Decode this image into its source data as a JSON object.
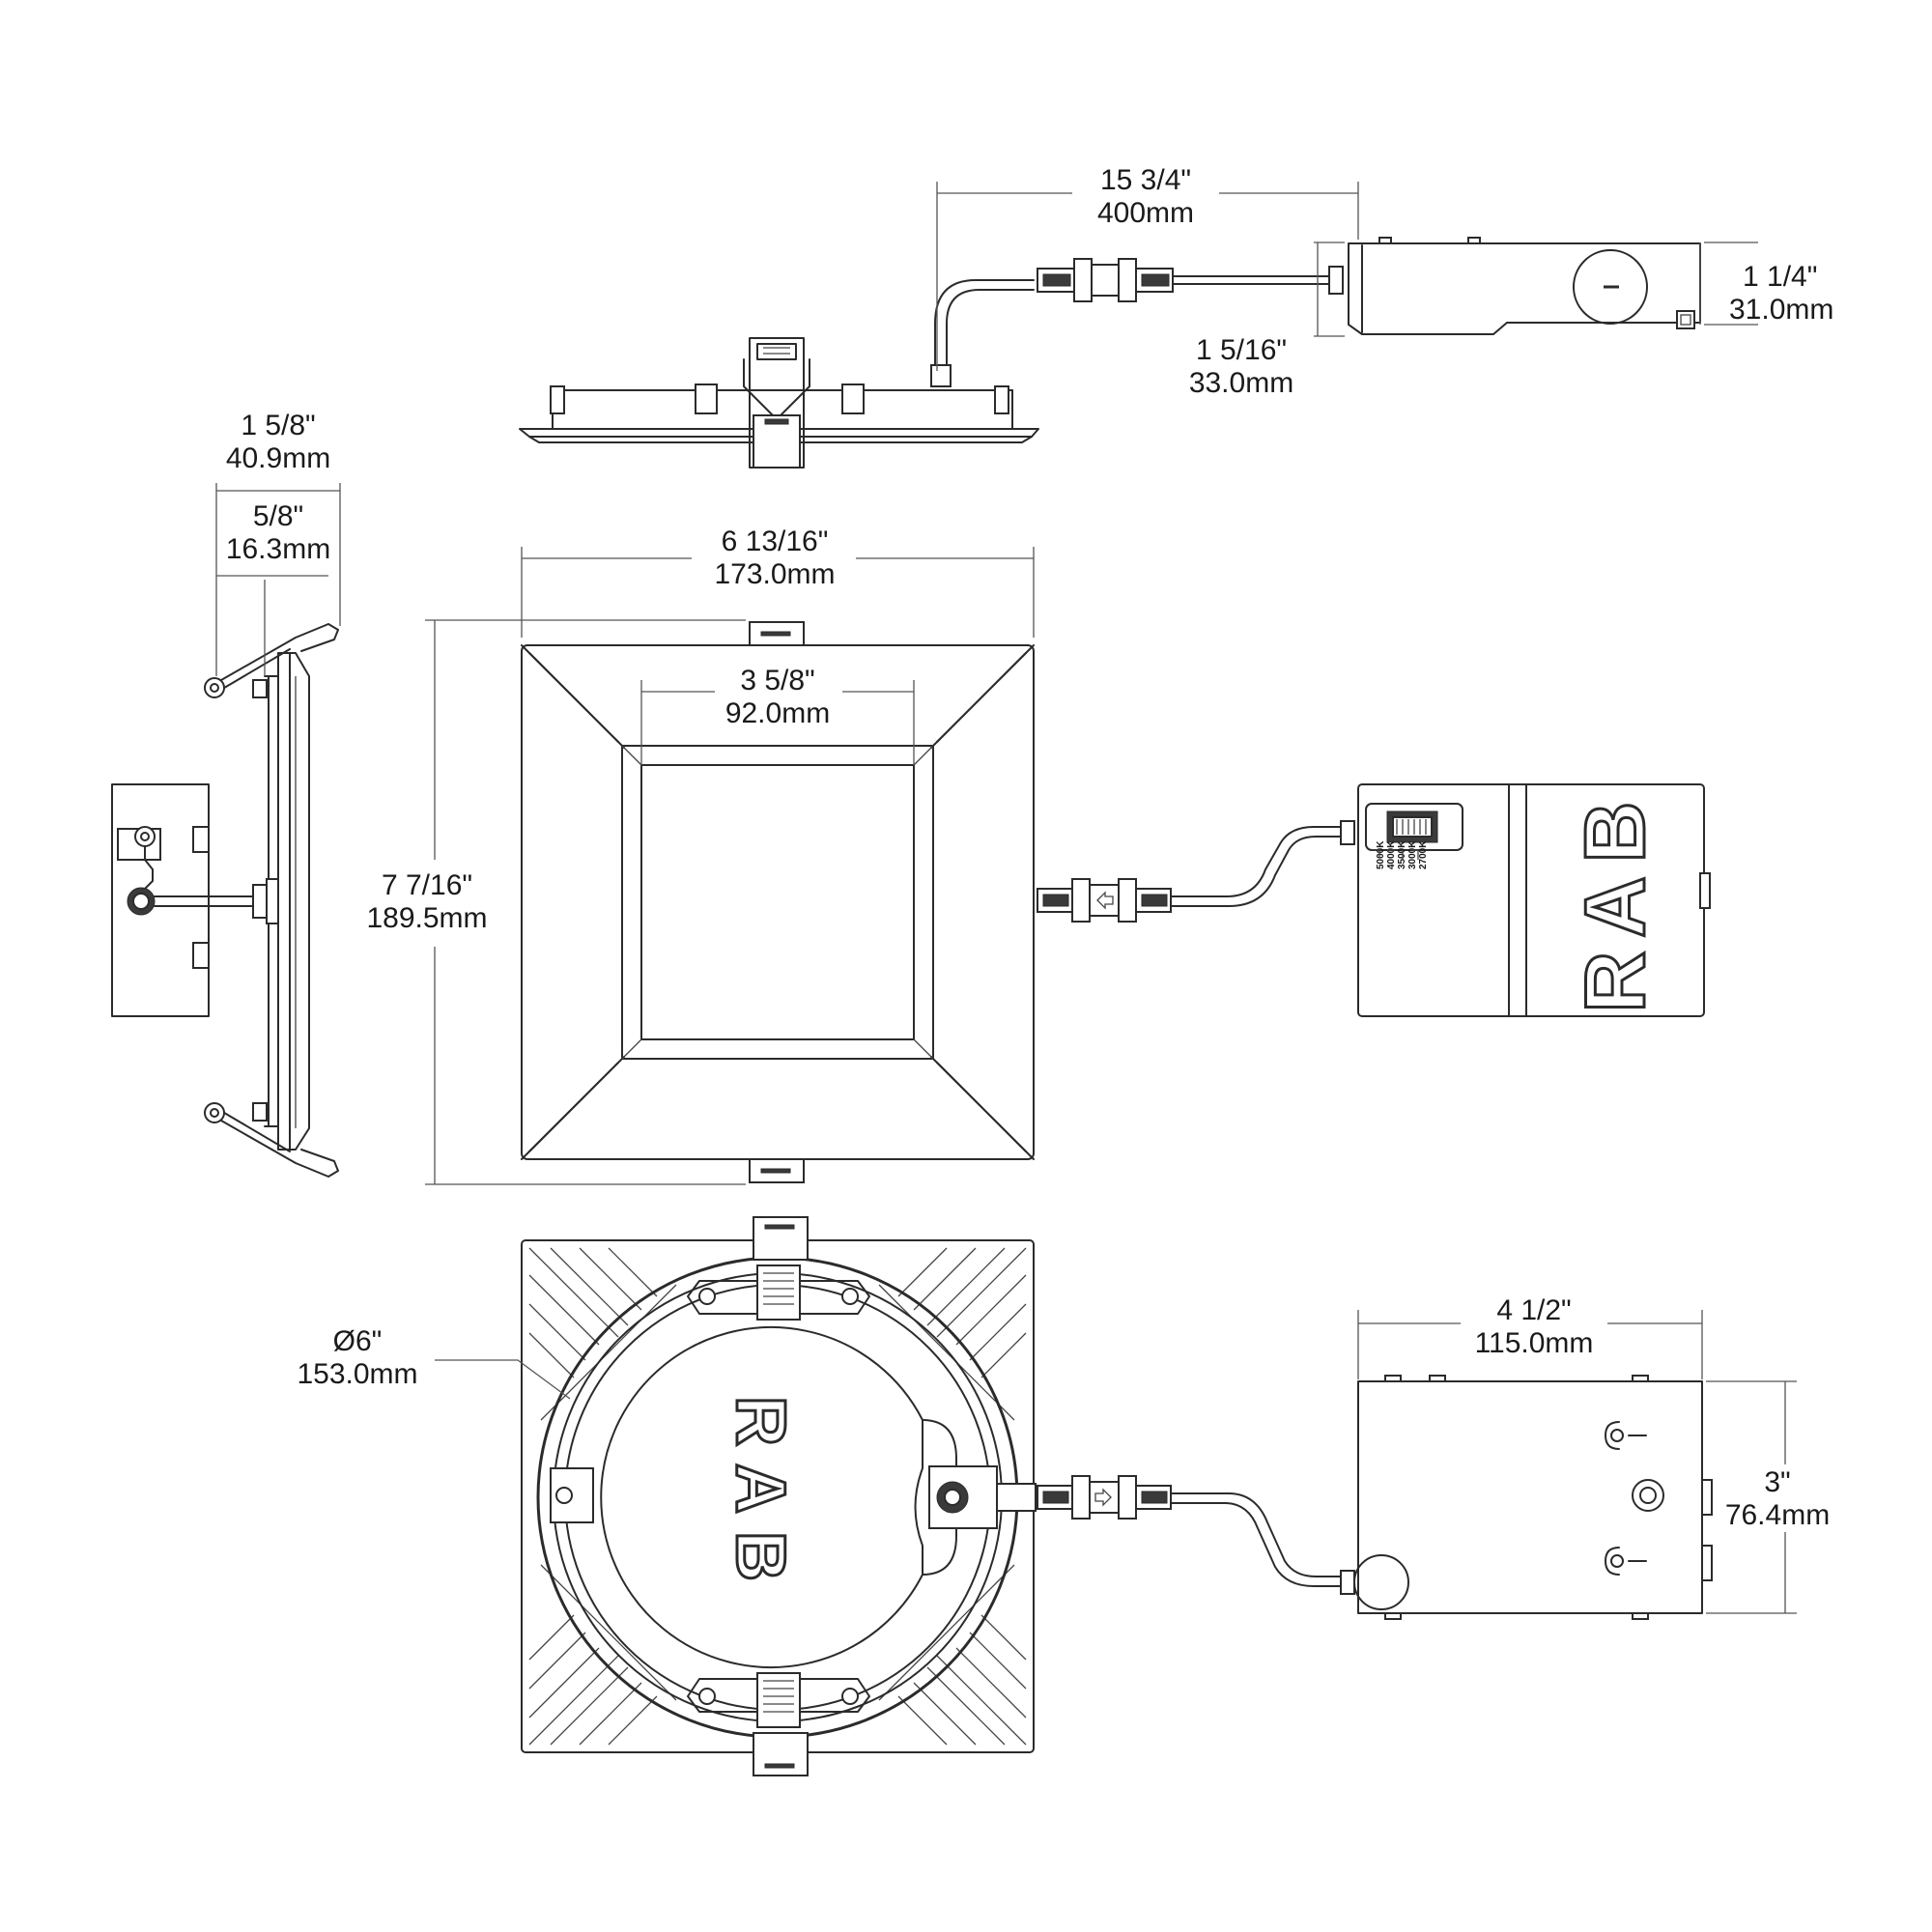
{
  "dimensions": {
    "top_connector_length": {
      "imperial": "15 3/4\"",
      "metric": "400mm"
    },
    "driver_box_height_right": {
      "imperial": "1 1/4\"",
      "metric": "31.0mm"
    },
    "driver_box_height_left": {
      "imperial": "1 5/16\"",
      "metric": "33.0mm"
    },
    "side_total_depth": {
      "imperial": "1 5/8\"",
      "metric": "40.9mm"
    },
    "side_trim_depth": {
      "imperial": "5/8\"",
      "metric": "16.3mm"
    },
    "front_width": {
      "imperial": "6 13/16\"",
      "metric": "173.0mm"
    },
    "front_aperture": {
      "imperial": "3 5/8\"",
      "metric": "92.0mm"
    },
    "front_height": {
      "imperial": "7 7/16\"",
      "metric": "189.5mm"
    },
    "cutout_diameter": {
      "imperial": "Ø6\"",
      "metric": "153.0mm"
    },
    "junction_box_width": {
      "imperial": "4 1/2\"",
      "metric": "115.0mm"
    },
    "junction_box_height": {
      "imperial": "3\"",
      "metric": "76.4mm"
    }
  },
  "brand_mark": "RAB",
  "cct_labels": [
    "5000K",
    "4000K",
    "3500K",
    "3000K",
    "2700K"
  ]
}
